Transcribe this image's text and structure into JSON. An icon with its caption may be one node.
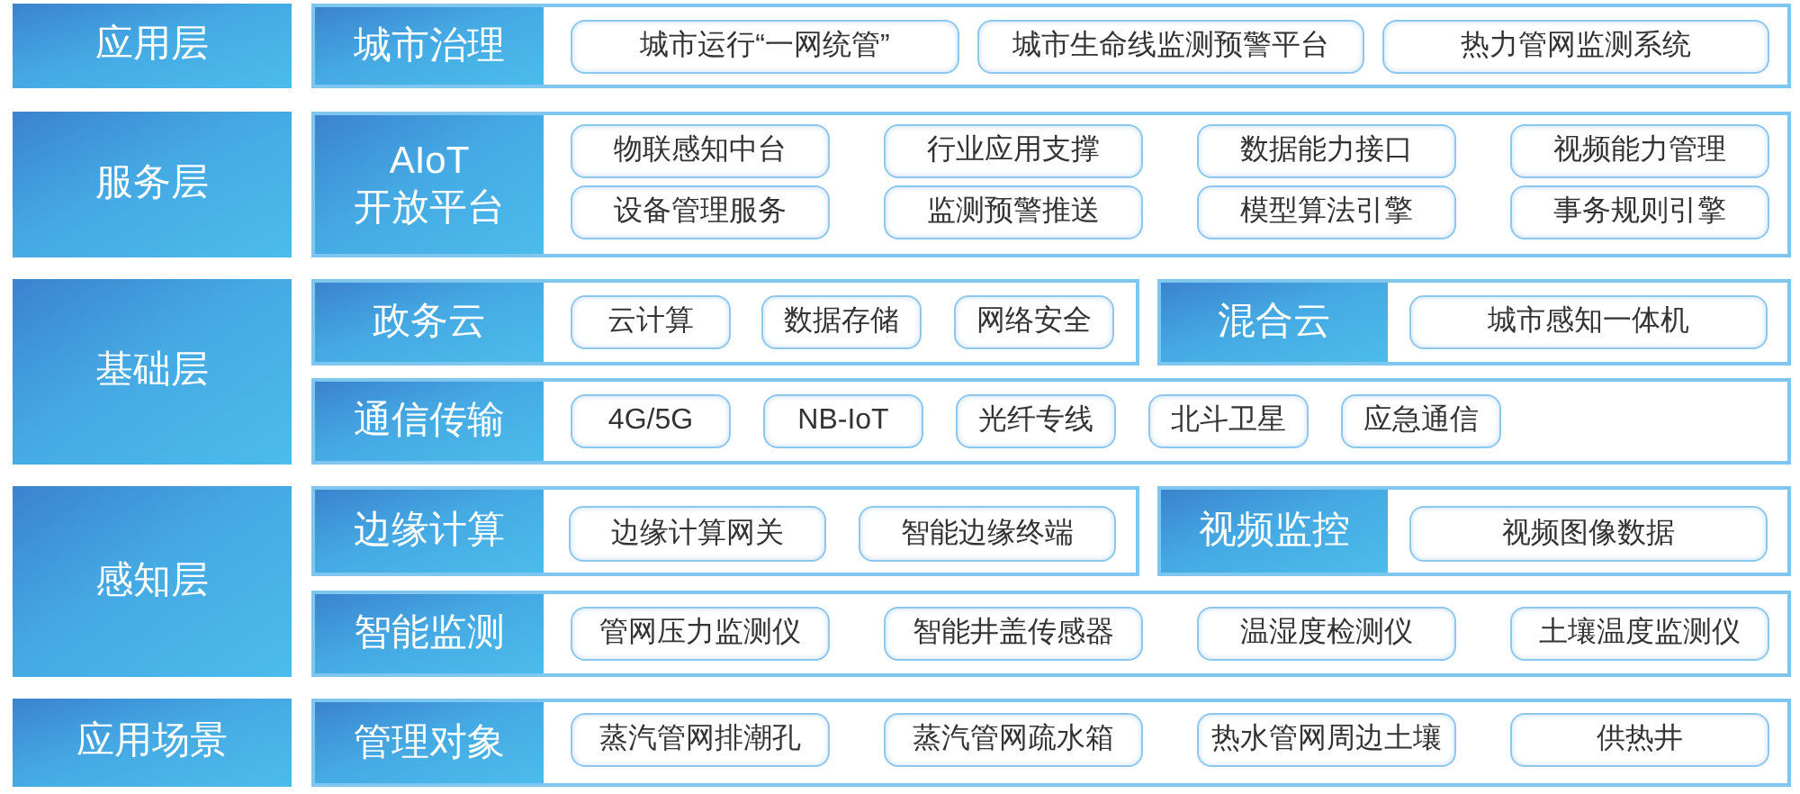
{
  "diagram": {
    "nodes": [
      {
        "text": [
          "应用层"
        ]
      },
      {
        "text": [
          "城市治理"
        ]
      },
      {
        "text": [
          "城市运行“一网统管”"
        ],
        "in": 1
      },
      {
        "text": [
          "城市生命线监测预警平台"
        ],
        "in": 1
      },
      {
        "text": [
          "热力管网监测系统"
        ],
        "in": 1
      },
      {
        "text": [
          "服务层"
        ]
      },
      {
        "text": [
          "AIoT 开放平台"
        ]
      },
      {
        "text": [
          "物联感知中台"
        ],
        "in": 6
      },
      {
        "text": [
          "行业应用支撑"
        ],
        "in": 6
      },
      {
        "text": [
          "数据能力接口"
        ],
        "in": 6
      },
      {
        "text": [
          "视频能力管理"
        ],
        "in": 6
      },
      {
        "text": [
          "设备管理服务"
        ],
        "in": 6
      },
      {
        "text": [
          "监测预警推送"
        ],
        "in": 6
      },
      {
        "text": [
          "模型算法引擎"
        ],
        "in": 6
      },
      {
        "text": [
          "事务规则引擎"
        ],
        "in": 6
      },
      {
        "text": [
          "基础层"
        ]
      },
      {
        "text": [
          "政务云"
        ]
      },
      {
        "text": [
          "云计算"
        ],
        "in": 16
      },
      {
        "text": [
          "数据存储"
        ],
        "in": 16
      },
      {
        "text": [
          "网络安全"
        ],
        "in": 16
      },
      {
        "text": [
          "混合云"
        ]
      },
      {
        "text": [
          "城市感知一体机"
        ],
        "in": 20
      },
      {
        "text": [
          "通信传输"
        ]
      },
      {
        "text": [
          "4G/5G"
        ],
        "in": 22
      },
      {
        "text": [
          "NB-IoT"
        ],
        "in": 22
      },
      {
        "text": [
          "光纤专线"
        ],
        "in": 22
      },
      {
        "text": [
          "北斗卫星"
        ],
        "in": 22
      },
      {
        "text": [
          "应急通信"
        ],
        "in": 22
      },
      {
        "text": [
          "感知层"
        ]
      },
      {
        "text": [
          "边缘计算"
        ]
      },
      {
        "text": [
          "边缘计算网关"
        ],
        "in": 29
      },
      {
        "text": [
          "智能边缘终端"
        ],
        "in": 29
      },
      {
        "text": [
          "视频监控"
        ]
      },
      {
        "text": [
          "视频图像数据"
        ],
        "in": 32
      },
      {
        "text": [
          "智能监测"
        ]
      },
      {
        "text": [
          "管网压力监测仪"
        ],
        "in": 34
      },
      {
        "text": [
          "智能井盖传感器"
        ],
        "in": 34
      },
      {
        "text": [
          "温湿度检测仪"
        ],
        "in": 34
      },
      {
        "text": [
          "土壤温度监测仪"
        ],
        "in": 34
      },
      {
        "text": [
          "应用场景"
        ]
      },
      {
        "text": [
          "管理对象"
        ]
      },
      {
        "text": [
          "蒸汽管网排潮孔"
        ],
        "in": 40
      },
      {
        "text": [
          "蒸汽管网疏水箱"
        ],
        "in": 40
      },
      {
        "text": [
          "热水管网周边土壤"
        ],
        "in": 40
      },
      {
        "text": [
          "供热井"
        ],
        "in": 40
      }
    ]
  }
}
